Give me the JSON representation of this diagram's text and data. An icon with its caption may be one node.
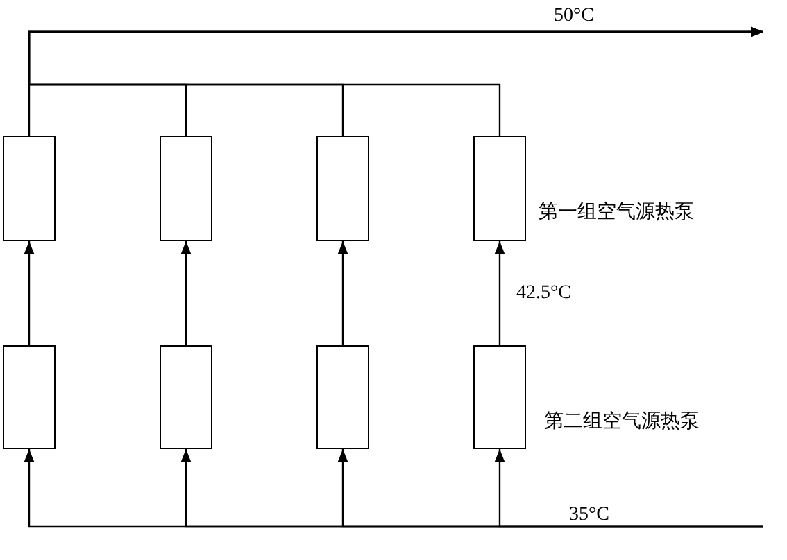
{
  "diagram": {
    "nodes": [
      {
        "text": [],
        "shape": "box"
      },
      {
        "text": [],
        "shape": "box"
      },
      {
        "text": [],
        "shape": "box"
      },
      {
        "text": [],
        "shape": "box"
      },
      {
        "text": [],
        "shape": "box"
      },
      {
        "text": [],
        "shape": "box"
      },
      {
        "text": [],
        "shape": "box"
      },
      {
        "text": [],
        "shape": "box"
      }
    ],
    "edges": [
      {
        "from": null,
        "to": 4,
        "arrow": "to"
      },
      {
        "from": null,
        "to": 5,
        "arrow": "to"
      },
      {
        "from": null,
        "to": 6,
        "arrow": "to"
      },
      {
        "from": null,
        "to": 7,
        "arrow": "to"
      },
      {
        "from": 4,
        "to": 0,
        "arrow": "to"
      },
      {
        "from": 5,
        "to": 1,
        "arrow": "to"
      },
      {
        "from": 6,
        "to": 2,
        "arrow": "to"
      },
      {
        "from": 7,
        "to": 3,
        "arrow": "to"
      },
      {
        "from": 0,
        "to": null,
        "arrow": "to"
      },
      {
        "from": 1,
        "to": null,
        "arrow": "to"
      },
      {
        "from": 2,
        "to": null,
        "arrow": "to"
      },
      {
        "from": 3,
        "to": null,
        "arrow": "to"
      }
    ],
    "labels": [
      "50°C",
      "第一组空气源热泵",
      "42.5°C",
      "第二组空气源热泵",
      "35°C"
    ]
  }
}
